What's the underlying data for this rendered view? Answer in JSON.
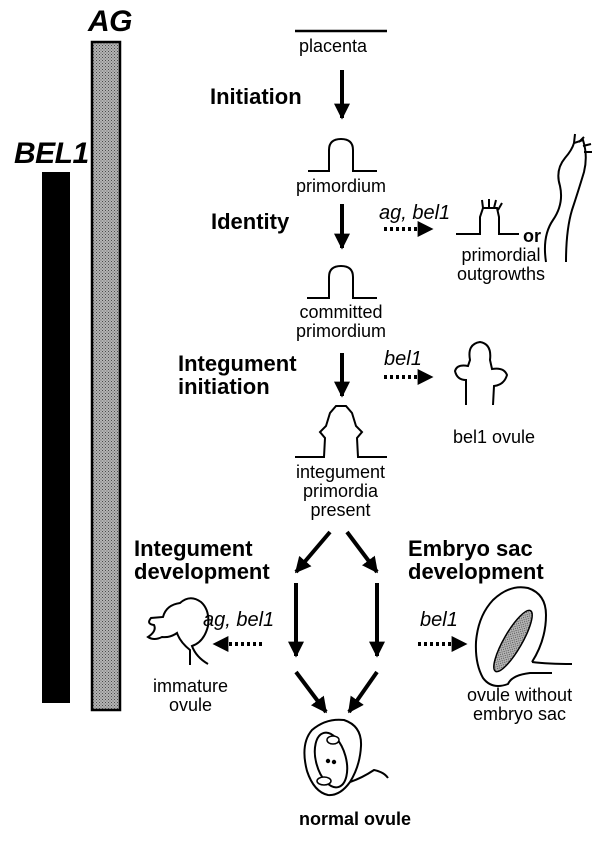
{
  "bars": {
    "bel1": {
      "label": "BEL1",
      "color": "#000000"
    },
    "ag": {
      "label": "AG",
      "color": "#8c8c8c"
    }
  },
  "nodes": {
    "placenta": "placenta",
    "primordium": "primordium",
    "committed_primordium": [
      "committed",
      "primordium"
    ],
    "integument_primordia_present": [
      "integument",
      "primordia",
      "present"
    ],
    "normal_ovule": "normal ovule"
  },
  "stages": {
    "initiation": "Initiation",
    "identity": "Identity",
    "integument_initiation": [
      "Integument",
      "initiation"
    ],
    "integument_development": [
      "Integument",
      "development"
    ],
    "embryo_sac_development": [
      "Embryo sac",
      "development"
    ]
  },
  "mutant_conditions": {
    "identity": "ag, bel1",
    "integument_initiation": "bel1",
    "integument_development": "ag, bel1",
    "embryo_sac_development": "bel1"
  },
  "phenotypes": {
    "or": "or",
    "primordial_outgrowths": [
      "primordial",
      "outgrowths"
    ],
    "bel1_ovule": "bel1 ovule",
    "immature_ovule": [
      "immature",
      "ovule"
    ],
    "ovule_without_embryo_sac": [
      "ovule without",
      "embryo sac"
    ]
  }
}
